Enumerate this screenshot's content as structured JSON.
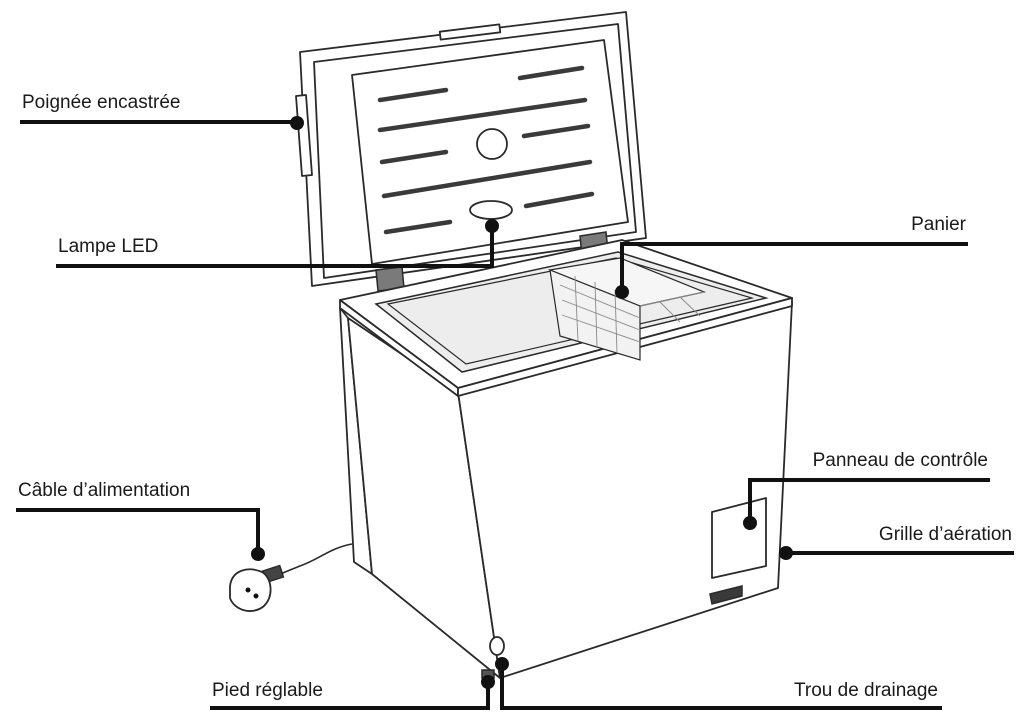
{
  "labels": {
    "recessed_handle": "Poignée encastrée",
    "led_lamp": "Lampe LED",
    "basket": "Panier",
    "power_cable": "Câble d’alimentation",
    "control_panel": "Panneau de contrôle",
    "ventilation_grille": "Grille d’aération",
    "adjustable_foot": "Pied réglable",
    "drain_hole": "Trou de drainage"
  }
}
